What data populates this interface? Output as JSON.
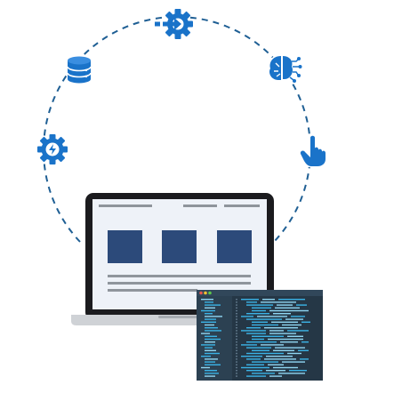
{
  "colors": {
    "accent_blue": "#1976d2",
    "icon_blue": "#1a73c9",
    "laptop_frame": "#1b1b1e",
    "laptop_screen": "#eef2f8",
    "laptop_base": "#cfd2d6",
    "content_tiles": "#2c4a7a",
    "text_lines": "#8f959c",
    "editor_background": "#253746",
    "editor_code": "#3bb3e6",
    "editor_code_light": "#8fd6f2",
    "dashed_arc": "#1f5f94"
  },
  "icons": {
    "top": "gear-with-arrow-icon",
    "upper_left": "database-icon",
    "upper_right": "ai-brain-circuit-icon",
    "left": "lightning-gear-icon",
    "right": "pointer-hand-icon"
  },
  "laptop": {
    "tiles": 3,
    "text_lines": 3
  },
  "editor": {
    "window_buttons": [
      "close",
      "minimize",
      "maximize"
    ]
  }
}
